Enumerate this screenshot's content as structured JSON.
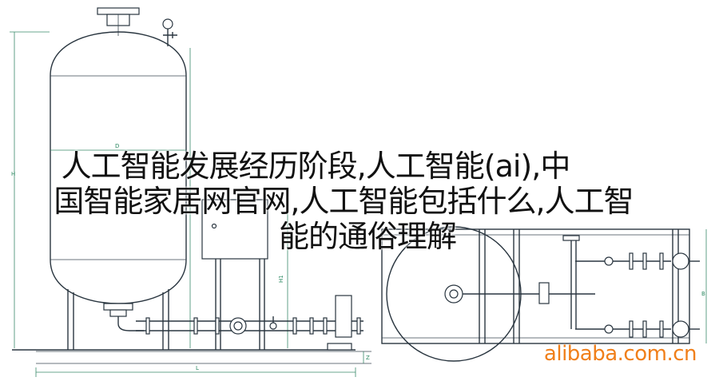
{
  "title_lines": [
    "人工智能发展经历阶段,人工智能(ai),中",
    "国智能家居网官网,人工智能包括什么,人工智",
    "能的通俗理解"
  ],
  "watermark": "alibaba.com.cn",
  "dimension_labels": {
    "height": "H",
    "diameter": "D",
    "inlet_height": "H1",
    "base": "Z",
    "length": "L",
    "width": "B"
  },
  "colors": {
    "line": "#2a3640",
    "dimension": "#2e8a64",
    "watermark": "#f07f1a"
  }
}
